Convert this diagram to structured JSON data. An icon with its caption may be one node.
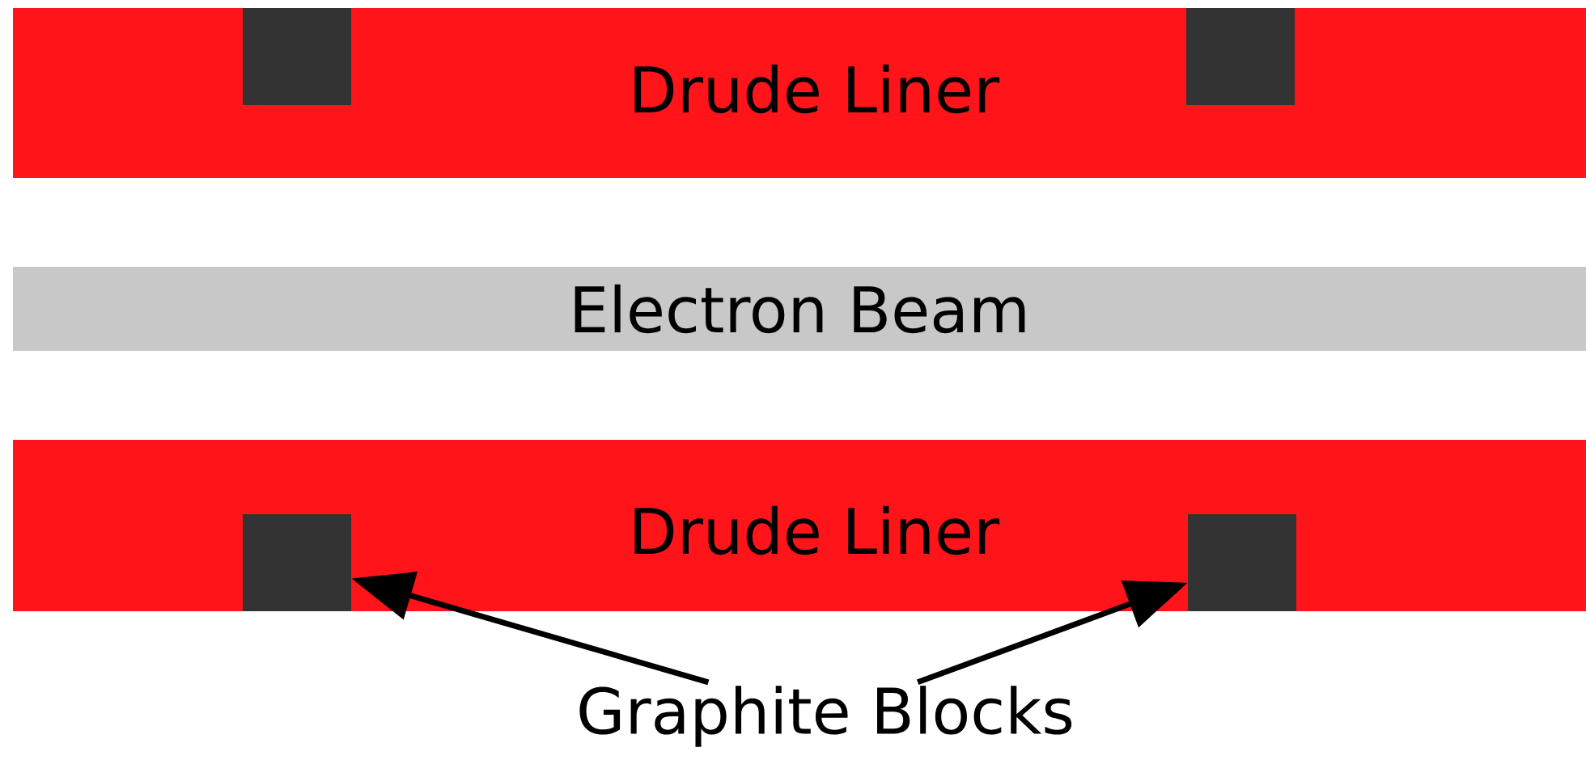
{
  "diagram": {
    "nodes": [
      {
        "text": [
          "Drude Liner"
        ]
      },
      {
        "text": [],
        "shape": "box",
        "in": 0
      },
      {
        "text": [],
        "shape": "box",
        "in": 0
      },
      {
        "text": [
          "Electron Beam"
        ]
      },
      {
        "text": [
          "Drude Liner"
        ]
      },
      {
        "text": [],
        "shape": "box",
        "in": 4
      },
      {
        "text": [],
        "shape": "box",
        "in": 4
      },
      {
        "text": [
          "Graphite Blocks"
        ]
      }
    ],
    "edges": [
      {
        "from": 7,
        "to": 5,
        "arrow": "to"
      },
      {
        "from": 7,
        "to": 6,
        "arrow": "to"
      }
    ]
  }
}
